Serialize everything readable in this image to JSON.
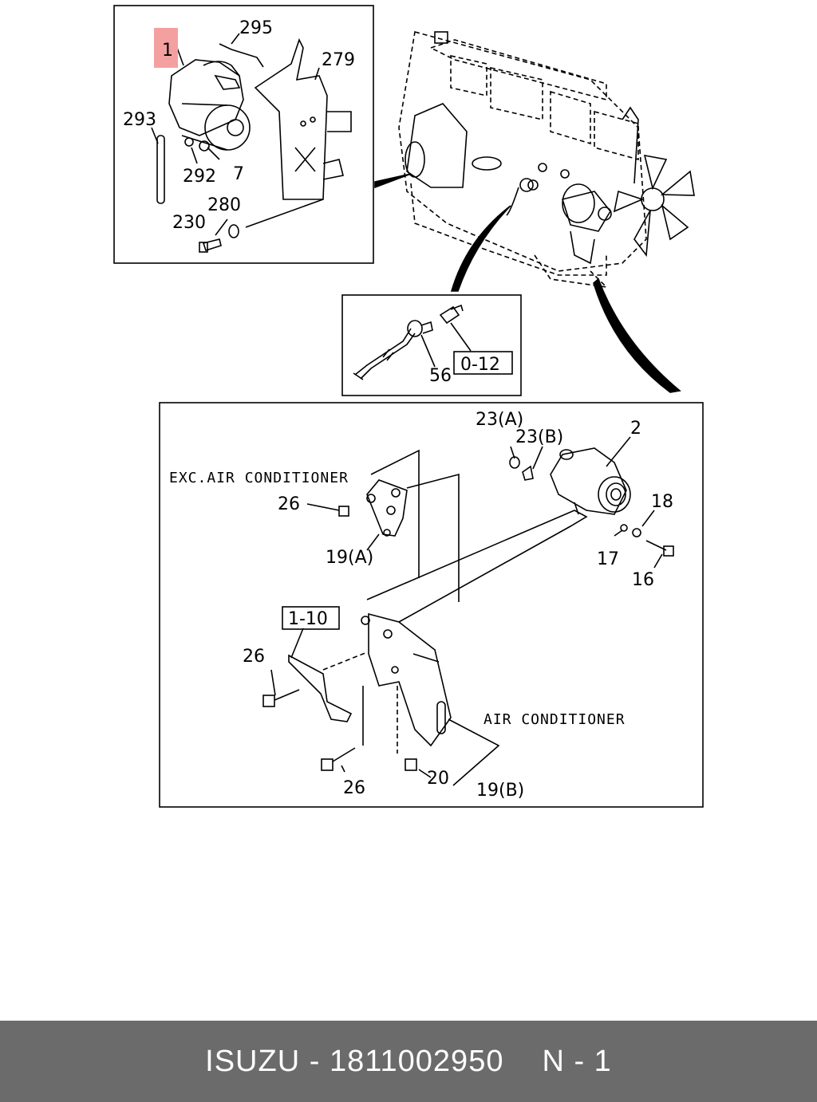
{
  "diagram": {
    "callouts": {
      "c1": "1",
      "c295": "295",
      "c279": "279",
      "c293": "293",
      "c292": "292",
      "c7": "7",
      "c280": "280",
      "c230": "230",
      "c56": "56",
      "c012": "0-12",
      "c23a": "23(A)",
      "c23b": "23(B)",
      "c2": "2",
      "c18": "18",
      "c17": "17",
      "c16": "16",
      "c26a": "26",
      "c19a": "19(A)",
      "c110": "1-10",
      "c26b": "26",
      "c26c": "26",
      "c20": "20",
      "c19b": "19(B)"
    },
    "labels": {
      "exc_air": "EXC.AIR CONDITIONER",
      "air": "AIR CONDITIONER"
    },
    "highlight_color": "#f4a0a0"
  },
  "footer": {
    "brand": "ISUZU",
    "dash": "-",
    "part_number": "1811002950",
    "page": "N - 1"
  }
}
